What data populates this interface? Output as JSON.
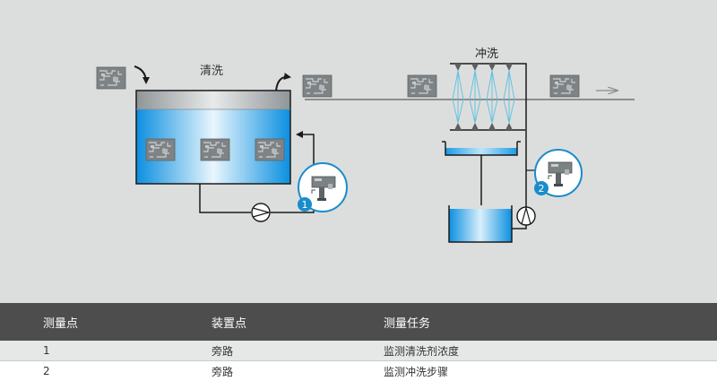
{
  "diagram": {
    "cleaning_label": "清洗",
    "rinse_label": "冲洗",
    "point1_number": "1",
    "point2_number": "2",
    "colors": {
      "background": "#dcdedd",
      "water": "#1aa0e8",
      "sensor_ring": "#1a8ccc",
      "line": "#1a1a1a",
      "spray": "#5cc0e0"
    }
  },
  "table": {
    "headers": [
      "测量点",
      "装置点",
      "测量任务"
    ],
    "rows": [
      [
        "1",
        "旁路",
        "监测清洗剂浓度"
      ],
      [
        "2",
        "旁路",
        "监测冲洗步骤"
      ]
    ]
  }
}
